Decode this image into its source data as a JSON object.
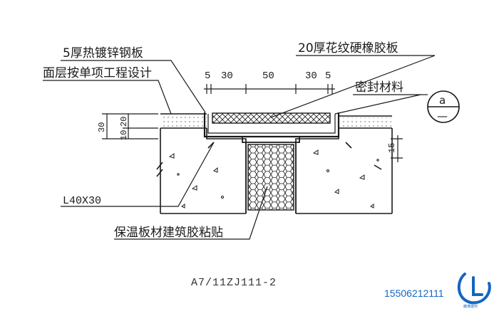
{
  "labels": {
    "steel_plate": "5厚热镀锌钢板",
    "surface_layer": "面层按单项工程设计",
    "rubber_plate": "20厚花纹硬橡胶板",
    "sealant": "密封材料",
    "angle_steel": "L40X30",
    "insulation": "保温板材建筑胶粘贴"
  },
  "dimensions": {
    "top": [
      "5",
      "30",
      "50",
      "30",
      "5"
    ],
    "left_total": "30",
    "left_top": "20",
    "left_bottom": "10",
    "right_depth": "15"
  },
  "detail_symbol": {
    "top": "a",
    "bottom": "—"
  },
  "drawing_code": "A7/11ZJ111-2",
  "watermark": {
    "phone": "15506212111",
    "logo_text": "LG",
    "logo_small": "鹿港建材"
  },
  "colors": {
    "line": "#1a1a1a",
    "watermark": "#1565c0"
  }
}
